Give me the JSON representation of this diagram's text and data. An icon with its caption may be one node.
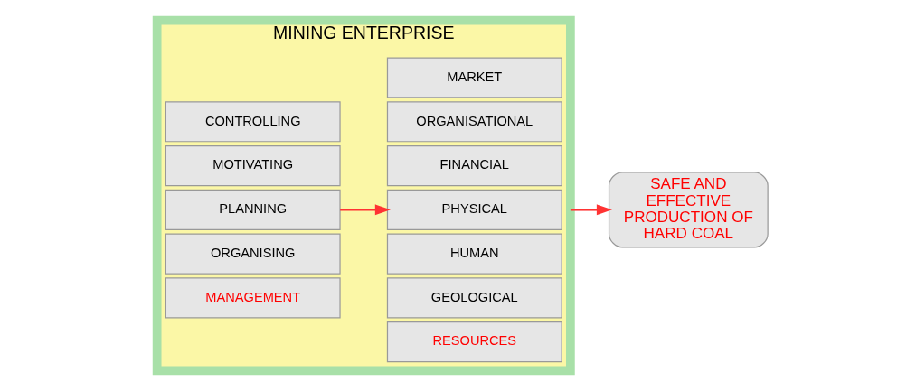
{
  "diagram": {
    "nodes": [
      {
        "text": [
          "MINING ENTERPRISE"
        ]
      },
      {
        "text": [
          "MANAGEMENT"
        ],
        "in": 0
      },
      {
        "text": [
          "ORGANISING"
        ],
        "in": 0
      },
      {
        "text": [
          "PLANNING"
        ],
        "in": 0
      },
      {
        "text": [
          "MOTIVATING"
        ],
        "in": 0
      },
      {
        "text": [
          "CONTROLLING"
        ],
        "in": 0
      },
      {
        "text": [
          "RESOURCES"
        ],
        "in": 0
      },
      {
        "text": [
          "GEOLOGICAL"
        ],
        "in": 0
      },
      {
        "text": [
          "HUMAN"
        ],
        "in": 0
      },
      {
        "text": [
          "PHYSICAL"
        ],
        "in": 0
      },
      {
        "text": [
          "FINANCIAL"
        ],
        "in": 0
      },
      {
        "text": [
          "ORGANISATIONAL"
        ],
        "in": 0
      },
      {
        "text": [
          "MARKET"
        ],
        "in": 0
      },
      {
        "text": [
          "SAFE AND EFFECTIVE PRODUCTION OF HARD COAL"
        ]
      }
    ],
    "edges": [
      {
        "from": 3,
        "to": 9,
        "arrow": "to"
      },
      {
        "from": 0,
        "to": 13,
        "arrow": "to"
      }
    ]
  }
}
